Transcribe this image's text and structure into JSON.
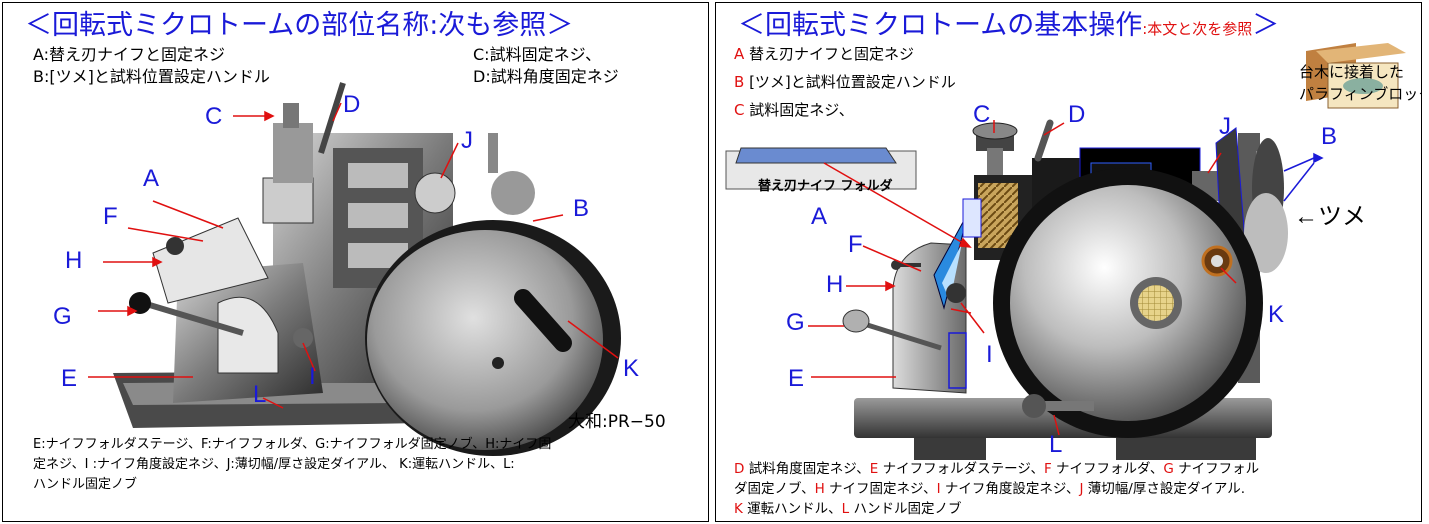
{
  "left": {
    "title": "＜回転式ミクロトームの部位名称:次も参照＞",
    "line_a": "A:替え刃ナイフと固定ネジ",
    "line_b": "B:[ツメ]と試料位置設定ハンドル",
    "line_c": "C:試料固定ネジ、",
    "line_d": "D:試料角度固定ネジ",
    "labels": {
      "A": "A",
      "B": "B",
      "C": "C",
      "D": "D",
      "E": "E",
      "F": "F",
      "G": "G",
      "H": "H",
      "I": "I",
      "J": "J",
      "K": "K",
      "L": "L"
    },
    "model": "大和:PR−50",
    "foot_1": "E:ナイフフォルダステージ、F:ナイフフォルダ、G:ナイフフォルダ固定ノブ、H:ナイフ固",
    "foot_2": "定ネジ、I :ナイフ角度設定ネジ、J:薄切幅/厚さ設定ダイアル、 K:運転ハンドル、L:",
    "foot_3": "ハンドル固定ノブ"
  },
  "right": {
    "title": "＜回転式ミクロトームの基本操作",
    "title_small": ":本文と次を参照",
    "title_end": "＞",
    "legend_a": {
      "key": "A",
      "text": " 替え刃ナイフと固定ネジ"
    },
    "legend_b": {
      "key": "B",
      "text": " [ツメ]と試料位置設定ハンドル"
    },
    "legend_c": {
      "key": "C",
      "text": " 試料固定ネジ、"
    },
    "block_1": "台木に接着した",
    "block_2": "パラフィンブロック",
    "knife_holder": "替え刃ナイフ フォルダ",
    "tsume": "←ツメ",
    "labels": {
      "A": "A",
      "B": "B",
      "C": "C",
      "D": "D",
      "E": "E",
      "F": "F",
      "G": "G",
      "H": "H",
      "I": "I",
      "J": "J",
      "K": "K",
      "L": "L"
    },
    "foot": [
      [
        {
          "k": "D",
          "t": " 試料角度固定ネジ、"
        },
        {
          "k": "E",
          "t": " ナイフフォルダステージ、"
        },
        {
          "k": "F",
          "t": " ナイフフォルダ、"
        },
        {
          "k": "G",
          "t": " ナイフフォル"
        }
      ],
      [
        {
          "k": "",
          "t": "ダ固定ノブ、"
        },
        {
          "k": "H",
          "t": " ナイフ固定ネジ、"
        },
        {
          "k": "I",
          "t": "  ナイフ角度設定ネジ、"
        },
        {
          "k": "J",
          "t": " 薄切幅/厚さ設定ダイアル."
        }
      ],
      [
        {
          "k": "K",
          "t": " 運転ハンドル、"
        },
        {
          "k": "L",
          "t": " ハンドル固定ノブ"
        }
      ]
    ]
  }
}
